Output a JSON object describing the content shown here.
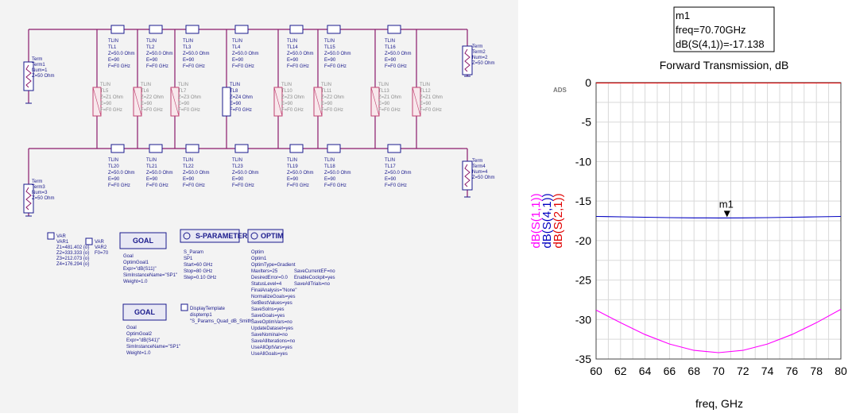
{
  "schematic": {
    "terms": [
      {
        "id": "term1",
        "lines": [
          "Term",
          "Term1",
          "Num=1",
          "Z=50 Ohm"
        ]
      },
      {
        "id": "term2",
        "lines": [
          "Term",
          "Term2",
          "Num=2",
          "Z=50 Ohm"
        ]
      },
      {
        "id": "term3",
        "lines": [
          "Term",
          "Term3",
          "Num=3",
          "Z=50 Ohm"
        ]
      },
      {
        "id": "term4",
        "lines": [
          "Term",
          "Term4",
          "Num=4",
          "Z=50 Ohm"
        ]
      }
    ],
    "top_tlins": [
      {
        "lines": [
          "TLIN",
          "TL1",
          "Z=50.0 Ohm",
          "E=90",
          "F=F0 GHz"
        ]
      },
      {
        "lines": [
          "TLIN",
          "TL2",
          "Z=50.0 Ohm",
          "E=90",
          "F=F0 GHz"
        ]
      },
      {
        "lines": [
          "TLIN",
          "TL3",
          "Z=50.0 Ohm",
          "E=90",
          "F=F0 GHz"
        ]
      },
      {
        "lines": [
          "TLIN",
          "TL4",
          "Z=50.0 Ohm",
          "E=90",
          "F=F0 GHz"
        ]
      },
      {
        "lines": [
          "TLIN",
          "TL14",
          "Z=50.0 Ohm",
          "E=90",
          "F=F0 GHz"
        ]
      },
      {
        "lines": [
          "TLIN",
          "TL15",
          "Z=50.0 Ohm",
          "E=90",
          "F=F0 GHz"
        ]
      },
      {
        "lines": [
          "TLIN",
          "TL16",
          "Z=50.0 Ohm",
          "E=90",
          "F=F0 GHz"
        ]
      }
    ],
    "bottom_tlins": [
      {
        "lines": [
          "TLIN",
          "TL20",
          "Z=50.0 Ohm",
          "E=90",
          "F=F0 GHz"
        ]
      },
      {
        "lines": [
          "TLIN",
          "TL21",
          "Z=50.0 Ohm",
          "E=90",
          "F=F0 GHz"
        ]
      },
      {
        "lines": [
          "TLIN",
          "TL22",
          "Z=50.0 Ohm",
          "E=90",
          "F=F0 GHz"
        ]
      },
      {
        "lines": [
          "TLIN",
          "TL23",
          "Z=50.0 Ohm",
          "E=90",
          "F=F0 GHz"
        ]
      },
      {
        "lines": [
          "TLIN",
          "TL19",
          "Z=50.0 Ohm",
          "E=90",
          "F=F0 GHz"
        ]
      },
      {
        "lines": [
          "TLIN",
          "TL18",
          "Z=50.0 Ohm",
          "E=90",
          "F=F0 GHz"
        ]
      },
      {
        "lines": [
          "TLIN",
          "TL17",
          "Z=50.0 Ohm",
          "E=90",
          "F=F0 GHz"
        ]
      }
    ],
    "shunts": [
      {
        "lines": [
          "TLIN",
          "TL5",
          "Z=Z1 Ohm",
          "E=90",
          "F=F0 GHz"
        ],
        "active": false
      },
      {
        "lines": [
          "TLIN",
          "TL6",
          "Z=Z2 Ohm",
          "E=90",
          "F=F0 GHz"
        ],
        "active": false
      },
      {
        "lines": [
          "TLIN",
          "TL7",
          "Z=Z3 Ohm",
          "E=90",
          "F=F0 GHz"
        ],
        "active": false
      },
      {
        "lines": [
          "TLIN",
          "TL8",
          "Z=Z4 Ohm",
          "E=90",
          "F=F0 GHz"
        ],
        "active": true
      },
      {
        "lines": [
          "TLIN",
          "TL10",
          "Z=Z3 Ohm",
          "E=90",
          "F=F0 GHz"
        ],
        "active": false
      },
      {
        "lines": [
          "TLIN",
          "TL11",
          "Z=Z2 Ohm",
          "E=90",
          "F=F0 GHz"
        ],
        "active": false
      },
      {
        "lines": [
          "TLIN",
          "TL13",
          "Z=Z1 Ohm",
          "E=90",
          "F=F0 GHz"
        ],
        "active": false
      },
      {
        "lines": [
          "TLIN",
          "TL12",
          "Z=Z1 Ohm",
          "E=90",
          "F=F0 GHz"
        ],
        "active": false
      }
    ],
    "var1": {
      "label": "VAR",
      "lines": [
        "VAR",
        "VAR1",
        "Z1=481.402 {o}",
        "Z2=333.333 {o}",
        "Z3=212.073 {o}",
        "Z4=176.294 {o}"
      ]
    },
    "var2": {
      "label": "VAR",
      "lines": [
        "VAR",
        "VAR2",
        "F0=70"
      ]
    },
    "goal1": {
      "title": "GOAL",
      "lines": [
        "Goal",
        "OptimGoal1",
        "Expr=\"dB(S11)\"",
        "SimInstanceName=\"SP1\"",
        "Weight=1.0"
      ]
    },
    "goal2": {
      "title": "GOAL",
      "lines": [
        "Goal",
        "OptimGoal2",
        "Expr=\"dB(S41)\"",
        "SimInstanceName=\"SP1\"",
        "Weight=1.0"
      ]
    },
    "sparams": {
      "title": "S-PARAMETERS",
      "lines": [
        "S_Param",
        "SP1",
        "Start=60 GHz",
        "Stop=80 GHz",
        "Step=0.10 GHz"
      ]
    },
    "display_template": {
      "lines": [
        "DisplayTemplate",
        "disptemp1",
        "\"S_Params_Quad_dB_Smith\""
      ]
    },
    "optim": {
      "title": "OPTIM",
      "lines": [
        "Optim",
        "Optim1",
        "OptimType=Gradient",
        "MaxIters=25",
        "DesiredError=0.0",
        "StatusLevel=4",
        "FinalAnalysis=\"None\"",
        "NormalizeGoals=yes",
        "SetBestValues=yes",
        "SaveSolns=yes",
        "SaveGoals=yes",
        "SaveOptimVars=no",
        "UpdateDataset=yes",
        "SaveNominal=no",
        "SaveAllIterations=no",
        "UseAllOptVars=yes",
        "UseAllGoals=yes"
      ],
      "lines2": [
        "SaveCurrentEF=no",
        "EnableCockpit=yes",
        "SaveAllTrials=no"
      ]
    }
  },
  "chart_data": {
    "type": "line",
    "title": "Forward Transmission, dB",
    "xlabel": "freq, GHz",
    "ylabels": [
      {
        "text": "dB(S(1,1))",
        "color": "#ff00ff"
      },
      {
        "text": "dB(S(4,1))",
        "color": "#0000c0"
      },
      {
        "text": "dB(S(2,1))",
        "color": "#e00000"
      }
    ],
    "xlim": [
      60,
      80
    ],
    "ylim": [
      -35,
      0
    ],
    "xticks": [
      "60",
      "62",
      "64",
      "66",
      "68",
      "70",
      "72",
      "74",
      "76",
      "78",
      "80"
    ],
    "yticks": [
      "0",
      "-5",
      "-10",
      "-15",
      "-20",
      "-25",
      "-30",
      "-35"
    ],
    "grid": true,
    "series": [
      {
        "color": "#ff00ff",
        "x": [
          60,
          62,
          64,
          66,
          68,
          70,
          72,
          74,
          76,
          78,
          80
        ],
        "y": [
          -28.8,
          -30.4,
          -31.9,
          -33.1,
          -33.9,
          -34.2,
          -33.9,
          -33.1,
          -31.9,
          -30.4,
          -28.7
        ]
      },
      {
        "color": "#0000c0",
        "x": [
          60,
          62,
          64,
          66,
          68,
          70,
          72,
          74,
          76,
          78,
          80
        ],
        "y": [
          -16.95,
          -17.0,
          -17.05,
          -17.1,
          -17.13,
          -17.14,
          -17.13,
          -17.1,
          -17.05,
          -17.0,
          -16.95
        ]
      },
      {
        "color": "#e00000",
        "x": [
          60,
          62,
          64,
          66,
          68,
          70,
          72,
          74,
          76,
          78,
          80
        ],
        "y": [
          -0.05,
          -0.05,
          -0.05,
          -0.05,
          -0.05,
          -0.05,
          -0.05,
          -0.05,
          -0.05,
          -0.05,
          -0.05
        ]
      }
    ],
    "marker": {
      "name": "m1",
      "x": 70.7,
      "y": -17.138,
      "readout": [
        "m1",
        "freq=70.70GHz",
        "dB(S(4,1))=-17.138"
      ]
    },
    "watermark": "ADS"
  }
}
